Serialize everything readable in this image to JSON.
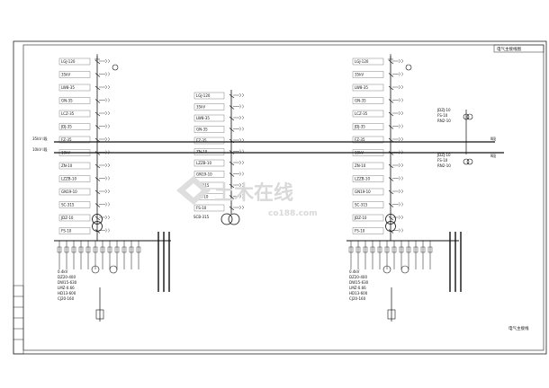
{
  "sheet": {
    "title_stamp": "电气主接线图",
    "bus_labels_left": [
      "35kV Ⅰ段",
      "10kV Ⅰ段"
    ],
    "bus_labels_right": [
      "Ⅱ段",
      "Ⅱ段"
    ],
    "drawing_name": "电气主接线"
  },
  "watermark": {
    "brand": "土木在线",
    "url": "co188.com"
  },
  "left_column": {
    "labels": [
      "LGJ-120",
      "35kV",
      "LW8-35",
      "GN-35",
      "LCZ-35",
      "JDJ-35",
      "FZ-35",
      "10kV",
      "ZN-10",
      "LZZB-10",
      "GN19-10",
      "SC-315",
      "JDZ-10",
      "FS-10"
    ]
  },
  "center_column": {
    "labels": [
      "LGJ-120",
      "35kV",
      "LW8-35",
      "GN-35",
      "FZ-35",
      "ZN-10",
      "LZZB-10",
      "GN19-10",
      "SC-315",
      "JDZ-10",
      "FS-10"
    ],
    "transformer_label": "SCB-315"
  },
  "right_column": {
    "labels": [
      "LGJ-120",
      "35kV",
      "LW8-35",
      "GN-35",
      "LCZ-35",
      "JDJ-35",
      "FZ-35",
      "10kV",
      "ZN-10",
      "LZZB-10",
      "GN19-10",
      "SC-315",
      "JDZ-10",
      "FS-10"
    ]
  },
  "right_aux": {
    "labels": [
      "JDZJ-10",
      "FS-10",
      "RN2-10"
    ]
  },
  "feeder_boxes": {
    "labels": [
      "0.4kV",
      "DZ20-400",
      "DW15-630",
      "LMZ-0.66",
      "HD13-600",
      "CJ20-160"
    ]
  }
}
